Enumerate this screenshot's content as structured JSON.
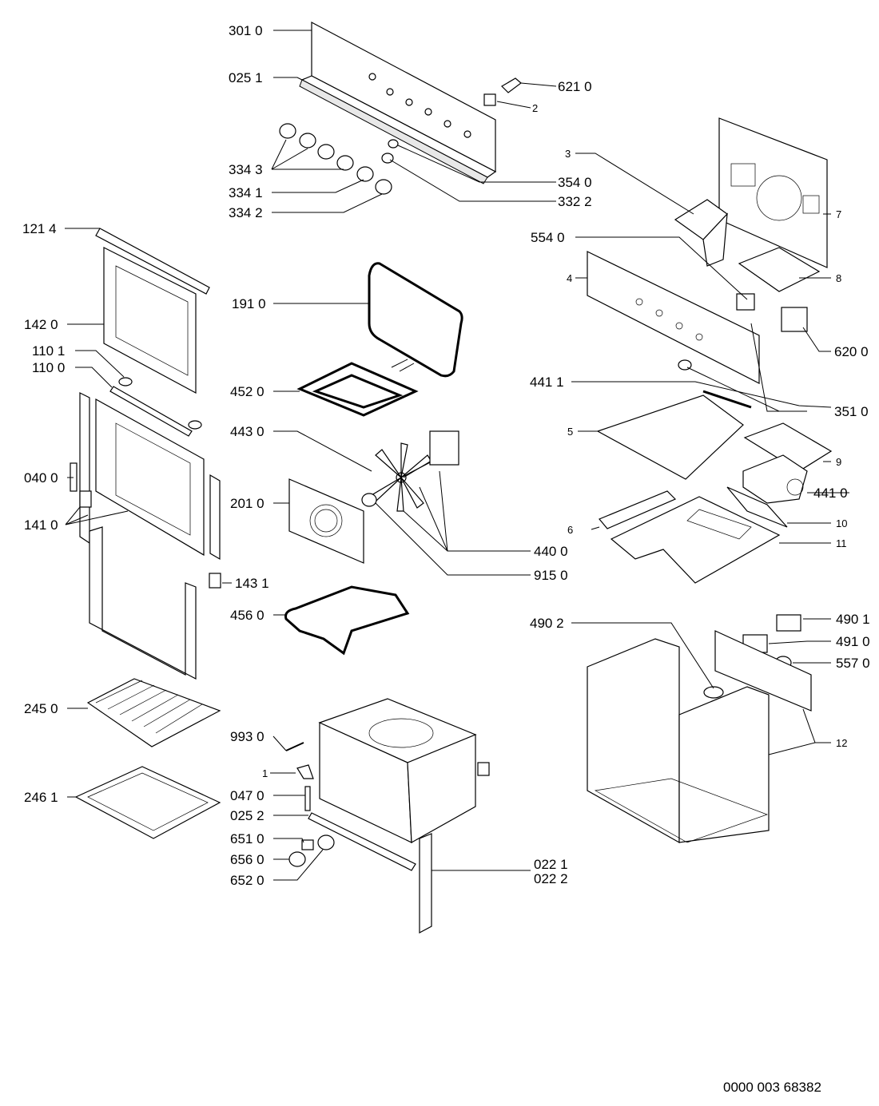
{
  "labels": {
    "l3010": "301 0",
    "l0251": "025 1",
    "l6210": "621 0",
    "l2": "2",
    "l3343": "334 3",
    "l3540": "354 0",
    "l3341": "334 1",
    "l3322": "332 2",
    "l3342": "334 2",
    "l3": "3",
    "l7": "7",
    "l5540": "554 0",
    "l4": "4",
    "l8": "8",
    "l6200": "620 0",
    "l1214": "121 4",
    "l1910": "191 0",
    "l1420": "142 0",
    "l1101": "110 1",
    "l1100": "110 0",
    "l4520": "452 0",
    "l4411": "441 1",
    "l3510": "351 0",
    "l4430": "443 0",
    "l5": "5",
    "l9": "9",
    "l0400": "040 0",
    "l2010": "201 0",
    "l4410": "441 0",
    "l1410": "141 0",
    "l6": "6",
    "l10": "10",
    "l11": "11",
    "l4400": "440 0",
    "l9150": "915 0",
    "l1431": "143 1",
    "l4901": "490 1",
    "l4560": "456 0",
    "l4902": "490 2",
    "l4910": "491 0",
    "l5570": "557 0",
    "l2450": "245 0",
    "l9930": "993 0",
    "l12": "12",
    "l1": "1",
    "l2461": "246 1",
    "l0470": "047 0",
    "l0252": "025 2",
    "l6510": "651 0",
    "l6560": "656 0",
    "l0221": "022 1",
    "l0222": "022 2",
    "l6520": "652 0"
  },
  "doc_number": "0000 003 68382"
}
